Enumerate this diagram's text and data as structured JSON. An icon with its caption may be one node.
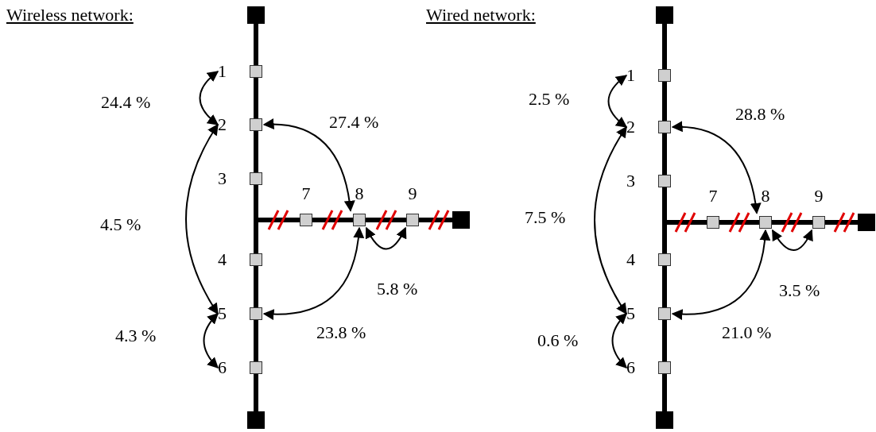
{
  "diagram": {
    "nodes": [
      {
        "text": [
          "1"
        ]
      },
      {
        "text": [
          "2"
        ]
      },
      {
        "text": [
          "3"
        ]
      },
      {
        "text": [
          "4"
        ]
      },
      {
        "text": [
          "5"
        ]
      },
      {
        "text": [
          "6"
        ]
      },
      {
        "text": [
          "7"
        ]
      },
      {
        "text": [
          "8"
        ]
      },
      {
        "text": [
          "9"
        ]
      },
      {
        "text": [
          "1"
        ]
      },
      {
        "text": [
          "2"
        ]
      },
      {
        "text": [
          "3"
        ]
      },
      {
        "text": [
          "4"
        ]
      },
      {
        "text": [
          "5"
        ]
      },
      {
        "text": [
          "6"
        ]
      },
      {
        "text": [
          "7"
        ]
      },
      {
        "text": [
          "8"
        ]
      },
      {
        "text": [
          "9"
        ]
      }
    ],
    "edges": [
      {
        "from": 0,
        "to": 1,
        "arrow": "both",
        "label": "24.4 %"
      },
      {
        "from": 1,
        "to": 7,
        "arrow": "both",
        "label": "27.4 %"
      },
      {
        "from": 1,
        "to": 4,
        "arrow": "both",
        "label": "4.5 %"
      },
      {
        "from": 7,
        "to": 8,
        "arrow": "both",
        "label": "5.8 %"
      },
      {
        "from": 4,
        "to": 7,
        "arrow": "both",
        "label": "23.8 %"
      },
      {
        "from": 4,
        "to": 5,
        "arrow": "both",
        "label": "4.3 %"
      },
      {
        "from": 9,
        "to": 10,
        "arrow": "both",
        "label": "2.5 %"
      },
      {
        "from": 10,
        "to": 16,
        "arrow": "both",
        "label": "28.8 %"
      },
      {
        "from": 10,
        "to": 13,
        "arrow": "both",
        "label": "7.5 %"
      },
      {
        "from": 16,
        "to": 17,
        "arrow": "both",
        "label": "3.5 %"
      },
      {
        "from": 13,
        "to": 16,
        "arrow": "both",
        "label": "21.0 %"
      },
      {
        "from": 13,
        "to": 14,
        "arrow": "both",
        "label": "0.6 %"
      }
    ],
    "labels": [
      "Wireless network:",
      "Wired network:"
    ]
  }
}
